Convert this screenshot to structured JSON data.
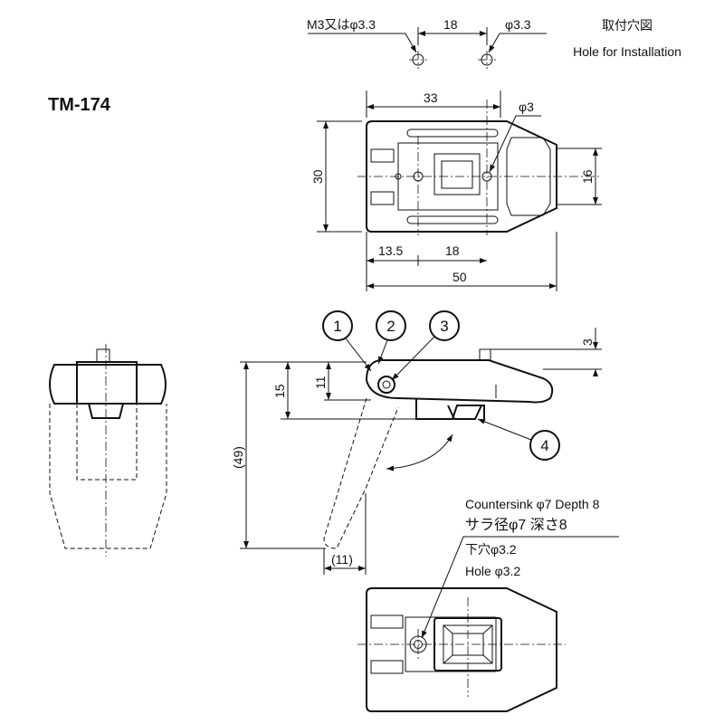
{
  "title": "TM-174",
  "installation": {
    "heading_jp": "取付穴図",
    "heading_en": "Hole for Installation",
    "left_hole": "M3又はφ3.3",
    "pitch": "18",
    "right_hole": "φ3.3"
  },
  "top_view": {
    "dim_33": "33",
    "dim_phi3": "φ3",
    "dim_30": "30",
    "dim_16": "16",
    "dim_13_5": "13.5",
    "dim_18": "18",
    "dim_50": "50"
  },
  "side_view": {
    "callouts": [
      "1",
      "2",
      "3",
      "4"
    ],
    "dim_49": "(49)",
    "dim_15": "15",
    "dim_11": "11",
    "dim_3": "3",
    "dim_11_paren": "(11)"
  },
  "bottom_view": {
    "countersink_en": "Countersink  φ7 Depth 8",
    "countersink_jp": "サラ径φ7 深さ8",
    "hole_jp": "下穴φ3.2",
    "hole_en": "Hole  φ3.2"
  }
}
